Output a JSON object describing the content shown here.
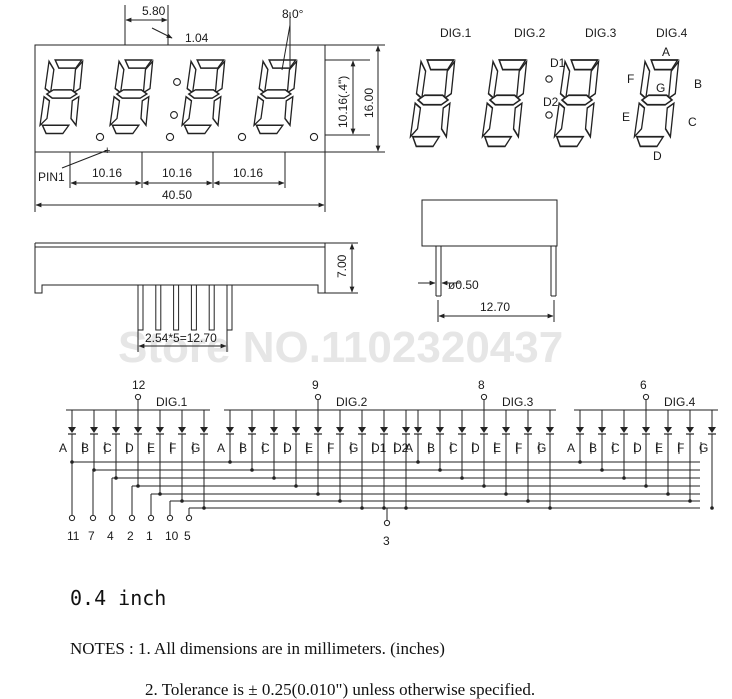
{
  "front_view": {
    "dim_digit_width": "5.80",
    "dim_slant": "1.04",
    "dim_angle": "8.0°",
    "dim_height_digit": "10.16(.4\")",
    "dim_height_total": "16.00",
    "dim_pitch": [
      "10.16",
      "10.16",
      "10.16"
    ],
    "dim_total_width": "40.50",
    "pin1_label": "PIN1"
  },
  "segment_map": {
    "digits": [
      "DIG.1",
      "DIG.2",
      "DIG.3",
      "DIG.4"
    ],
    "points": [
      "D1",
      "D2"
    ],
    "segments": [
      "A",
      "B",
      "C",
      "D",
      "E",
      "F",
      "G"
    ]
  },
  "bottom_view": {
    "dim_height": "7.00",
    "dim_pins": "2.54*5=12.70"
  },
  "side_view": {
    "dim_pin_dia": "ø0.50",
    "dim_pin_span": "12.70"
  },
  "watermark": "Store NO.1102320437",
  "schematic": {
    "groups": [
      {
        "name": "DIG.1",
        "common_pin": "12",
        "labels": [
          "A",
          "B",
          "C",
          "D",
          "E",
          "F",
          "G"
        ]
      },
      {
        "name": "DIG.2",
        "common_pin": "9",
        "labels": [
          "A",
          "B",
          "C",
          "D",
          "E",
          "F",
          "G",
          "D1",
          "D2"
        ]
      },
      {
        "name": "DIG.3",
        "common_pin": "8",
        "labels": [
          "A",
          "B",
          "C",
          "D",
          "E",
          "F",
          "G"
        ]
      },
      {
        "name": "DIG.4",
        "common_pin": "6",
        "labels": [
          "A",
          "B",
          "C",
          "D",
          "E",
          "F",
          "G"
        ]
      }
    ],
    "segment_pins": [
      "11",
      "7",
      "4",
      "2",
      "1",
      "10",
      "5"
    ],
    "dp_pin": "3"
  },
  "caption": "0.4 inch",
  "notes": [
    "NOTES : 1. All dimensions are in millimeters. (inches)",
    "2. Tolerance is  ±  0.25(0.010\") unless otherwise specified."
  ]
}
